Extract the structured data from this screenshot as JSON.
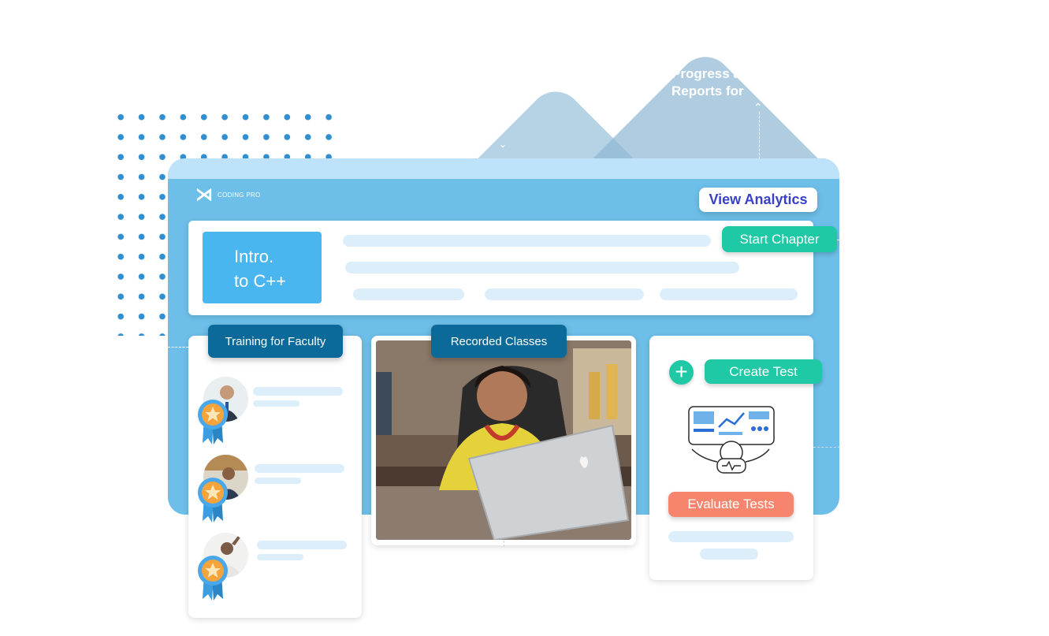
{
  "brand": {
    "name": "CODING PRO"
  },
  "floating_note": {
    "line1": "Progress a",
    "line2": "Reports for"
  },
  "header": {
    "view_analytics_label": "View Analytics"
  },
  "course": {
    "title_line1": "Intro.",
    "title_line2": "to C++",
    "start_chapter_label": "Start Chapter"
  },
  "faculty": {
    "tag_label": "Training for Faculty",
    "count": 3
  },
  "recorded": {
    "tag_label": "Recorded Classes"
  },
  "tests": {
    "create_label": "Create Test",
    "evaluate_label": "Evaluate Tests"
  },
  "colors": {
    "window": "#6dbfe9",
    "window_top": "#bfe2fb",
    "accent_teal": "#20c9a6",
    "accent_blue": "#3840c8",
    "accent_coral": "#f7856d",
    "tag_blue": "#0b6a99",
    "placeholder_bar": "#ddeefb"
  },
  "icons": [
    "logo-icon",
    "plus-icon",
    "medal-icon",
    "laptop-icon",
    "robot-analytics-icon"
  ]
}
